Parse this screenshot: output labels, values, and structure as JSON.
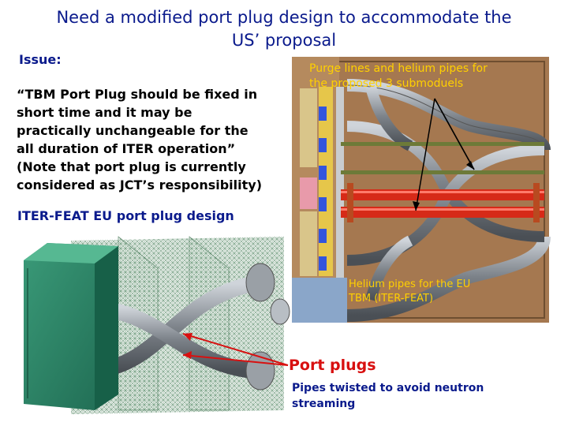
{
  "title": {
    "line1": "Need a modified port plug design to accommodate the",
    "line2": "US’ proposal"
  },
  "issue_label": "Issue:",
  "quote": {
    "line1": "“TBM Port Plug should be fixed in",
    "line2": "short time and it may be",
    "line3": "practically unchangeable for the",
    "line4": "all duration of ITER operation”",
    "line5": "(Note that port plug is currently",
    "line6": "considered as JCT’s responsibility)"
  },
  "eu_design_label": "ITER-FEAT EU port plug design",
  "purge_label": {
    "line1": "Purge lines and helium pipes for",
    "line2": "the proposed 3 submoduels"
  },
  "helium_label": {
    "line1": "Helium pipes for the EU",
    "line2": "TBM (ITER-FEAT)"
  },
  "port_plugs_label": "Port plugs",
  "pipes_twisted_label": {
    "line1": "Pipes twisted to avoid neutron",
    "line2": "streaming"
  },
  "colors": {
    "title_text": "#0a1a8c",
    "annotation_yellow": "#ffd000",
    "arrow_red": "#d81010",
    "plug_body_tan": "#a57850",
    "pipe_grey": "#8a8f96",
    "red_pipe": "#d62a18"
  }
}
